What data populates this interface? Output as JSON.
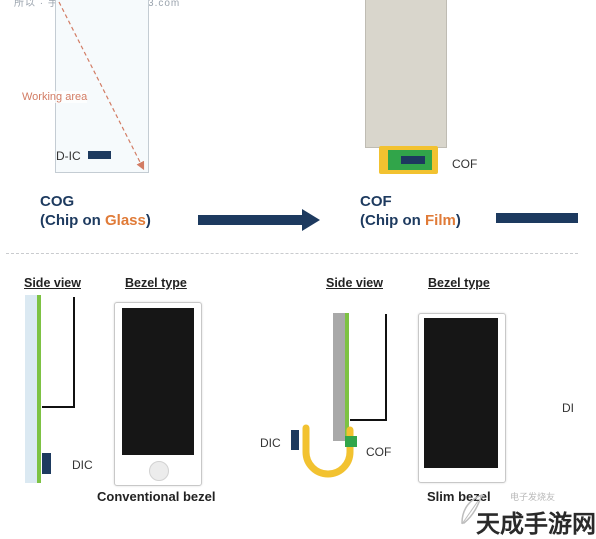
{
  "header": {
    "caption": "所以 · 手机频道 mobile.163.com"
  },
  "cog_section": {
    "working_area_label": "Working area",
    "dic_label": "D-IC",
    "title_line1": "COG",
    "title_line2_prefix": "(Chip on ",
    "title_line2_accent": "Glass",
    "title_line2_suffix": ")"
  },
  "cof_section": {
    "cof_label": "COF",
    "title_line1": "COF",
    "title_line2_prefix": "(Chip on ",
    "title_line2_accent": "Film",
    "title_line2_suffix": ")"
  },
  "left_panel": {
    "side_view_label": "Side view",
    "bezel_type_label": "Bezel type",
    "dic_label": "DIC",
    "caption": "Conventional bezel"
  },
  "right_panel": {
    "side_view_label": "Side view",
    "bezel_type_label": "Bezel type",
    "dic_label": "DIC",
    "cof_label": "COF",
    "caption": "Slim bezel",
    "edge_label": "DI"
  },
  "watermark": {
    "main": "天成手游网",
    "sub": "电子发烧友"
  },
  "colors": {
    "navy": "#1d3a5f",
    "accent_orange": "#e07b38",
    "green": "#7dc243",
    "yellow": "#f2c230",
    "panel_gray": "#d9d6cc",
    "glass_blue": "#dbe9f2"
  }
}
